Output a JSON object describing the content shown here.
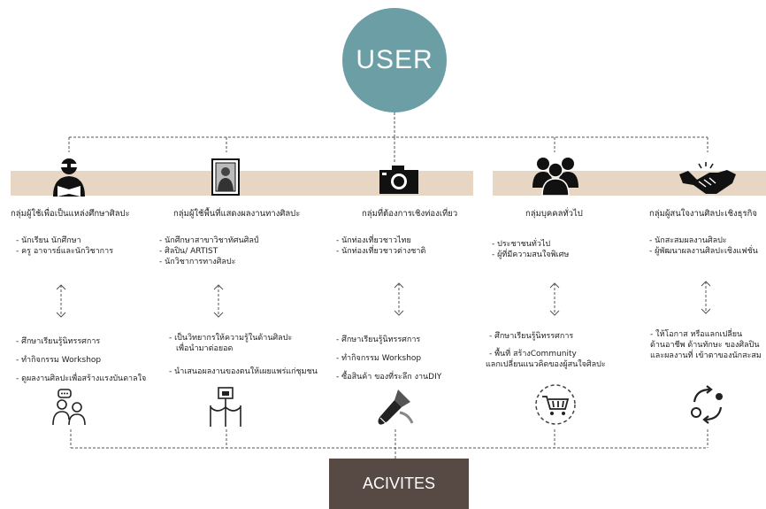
{
  "root": {
    "label": "USER"
  },
  "footer": {
    "label": "ACIVITES"
  },
  "groups": [
    {
      "icon": "student-reading-icon",
      "title": "กลุ่มผู้ใช้เพื่อเป็นแหล่งศึกษาศิลปะ",
      "members": [
        "- นักเรียน นักศึกษา",
        "- ครู อาจารย์และนักวิชาการ"
      ],
      "activities": [
        "- ศึกษาเรียนรู้นิทรรศการ",
        "- ทำกิจกรรม Workshop",
        "- ดูผลงานศิลปะเพื่อสร้างแรงบันดาลใจ"
      ],
      "activity_icon": "discussion-people-icon"
    },
    {
      "icon": "framed-painting-icon",
      "title": "กลุ่มผู้ใช้พื้นที่แสดงผลงานทางศิลปะ",
      "members": [
        "- นักศึกษาสาขาวิชาทัศนศิลป์",
        "- ศิลปิน/ ARTIST",
        "- นักวิชาการทางศิลปะ"
      ],
      "activities": [
        "- เป็นวิทยากรให้ความรู้ในด้านศิลปะ",
        "เพื่อนำมาต่อยอด",
        "- นำเสนอผลงานของตนให้เผยแพร่แก่ชุมชน"
      ],
      "activity_icon": "exhibit-stanchion-icon"
    },
    {
      "icon": "camera-icon",
      "title": "กลุ่มที่ต้องการเชิงท่องเที่ยว",
      "members": [
        "- นักท่องเที่ยวชาวไทย",
        "- นักท่องเที่ยวชาวต่างชาติ"
      ],
      "activities": [
        "- ศึกษาเรียนรู้นิทรรศการ",
        "- ทำกิจกรรม Workshop",
        "- ซื้อสินค้า ของที่ระลึก งานDIY"
      ],
      "activity_icon": "paint-brush-icon"
    },
    {
      "icon": "group-people-icon",
      "title": "กลุ่มบุคคลทั่วไป",
      "members": [
        "- ประชาชนทั่วไป",
        "- ผู้ที่มีความสนใจพิเศษ"
      ],
      "activities": [
        "- ศึกษาเรียนรู้นิทรรศการ",
        "- พื้นที่ สร้างCommunity",
        "แลกเปลี่ยนแนวคิดของผู้สนใจศิลปะ"
      ],
      "activity_icon": "shopping-cart-cycle-icon"
    },
    {
      "icon": "handshake-icon",
      "title": "กลุ่มผู้สนใจงานศิลปะเชิงธุรกิจ",
      "members": [
        "- นักสะสมผลงานศิลปะ",
        "- ผู้พัฒนาผลงานศิลปะเชิงแฟชั่น"
      ],
      "activities": [
        "- ให้โอกาส หรือแลกเปลี่ยน",
        "ด้านอาชีพ ด้านทักษะ ของศิลปิน",
        "และผลงานที่ เข้าตาของนักสะสม"
      ],
      "activity_icon": "exchange-cycle-icon"
    }
  ],
  "colors": {
    "user_circle": "#6b9ea5",
    "band": "#e8d6c4",
    "footer_box": "#574a45"
  }
}
